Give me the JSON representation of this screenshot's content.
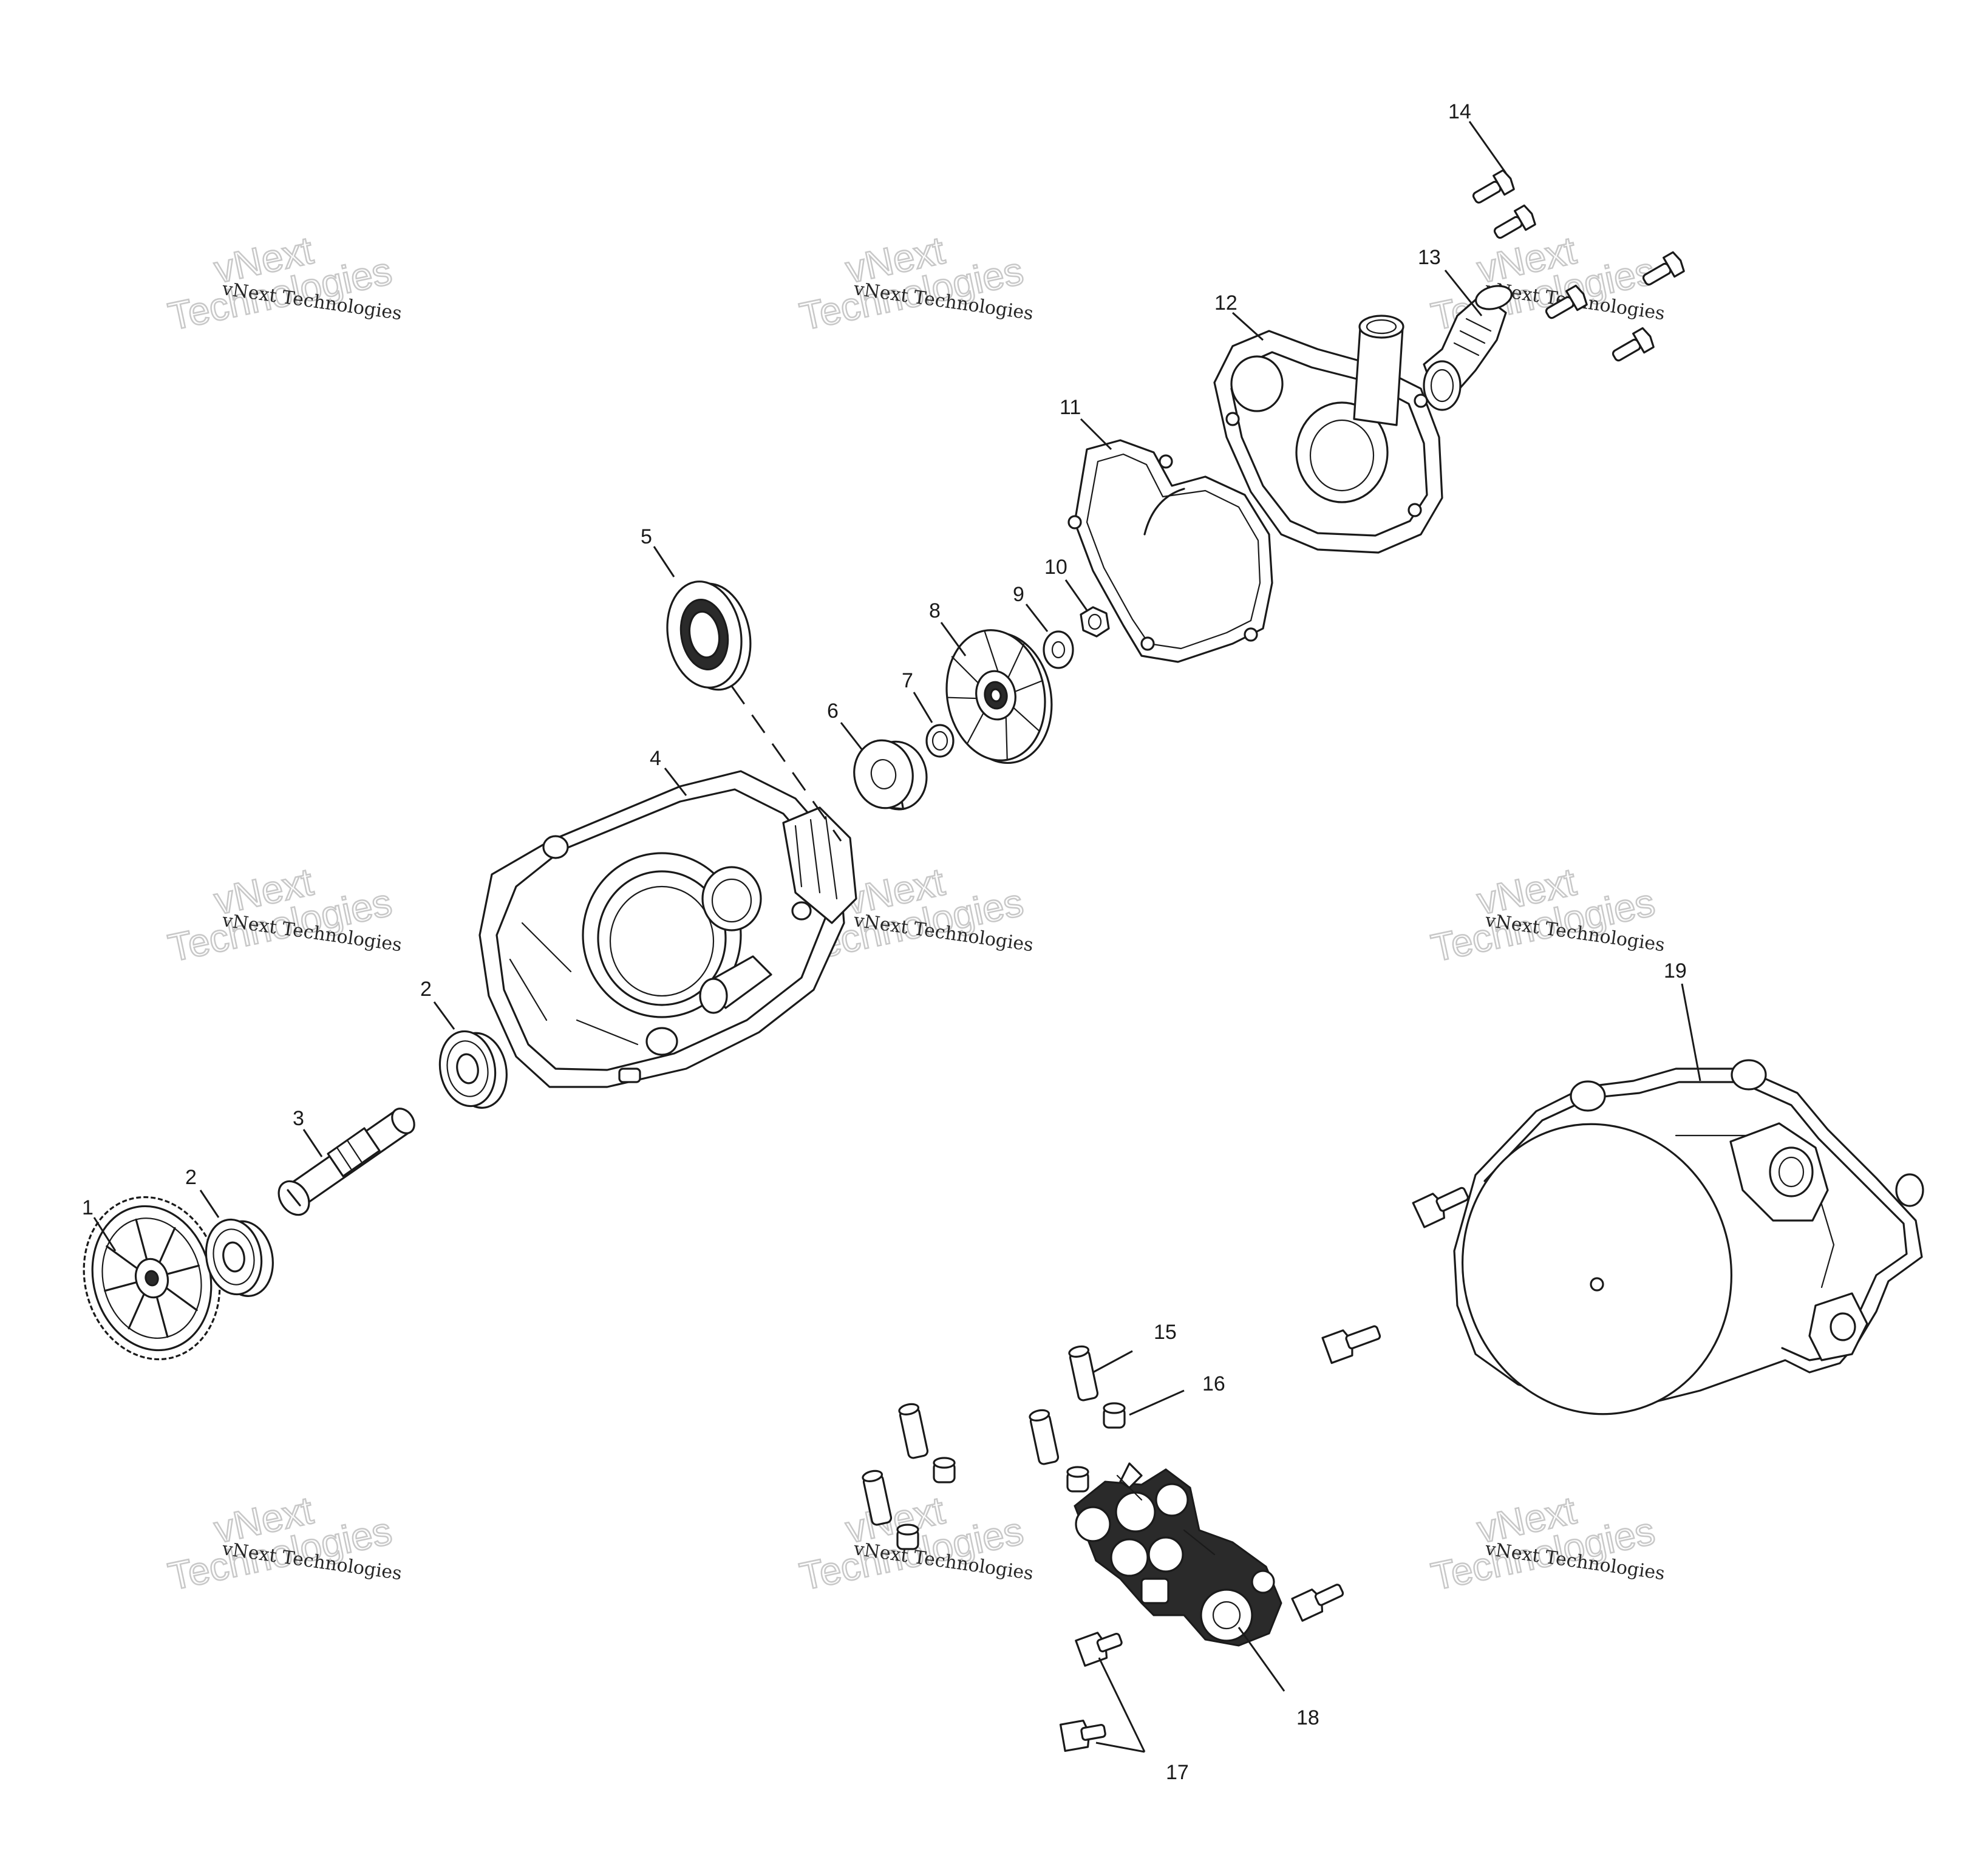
{
  "diagram": {
    "callouts": [
      {
        "id": "1",
        "label": "1"
      },
      {
        "id": "2a",
        "label": "2"
      },
      {
        "id": "2b",
        "label": "2"
      },
      {
        "id": "3",
        "label": "3"
      },
      {
        "id": "4",
        "label": "4"
      },
      {
        "id": "5",
        "label": "5"
      },
      {
        "id": "6",
        "label": "6"
      },
      {
        "id": "7",
        "label": "7"
      },
      {
        "id": "8",
        "label": "8"
      },
      {
        "id": "9",
        "label": "9"
      },
      {
        "id": "10",
        "label": "10"
      },
      {
        "id": "11",
        "label": "11"
      },
      {
        "id": "12",
        "label": "12"
      },
      {
        "id": "13",
        "label": "13"
      },
      {
        "id": "14",
        "label": "14"
      },
      {
        "id": "15",
        "label": "15"
      },
      {
        "id": "16",
        "label": "16"
      },
      {
        "id": "17",
        "label": "17"
      },
      {
        "id": "18",
        "label": "18"
      },
      {
        "id": "19",
        "label": "19"
      }
    ]
  },
  "watermark": {
    "small": "vNext Technologies",
    "large_line1": "vNext",
    "large_line2": "Technologies"
  },
  "colors": {
    "ink": "#1a1a1a",
    "background": "#ffffff",
    "watermark_outline": "#c8c8c8"
  }
}
